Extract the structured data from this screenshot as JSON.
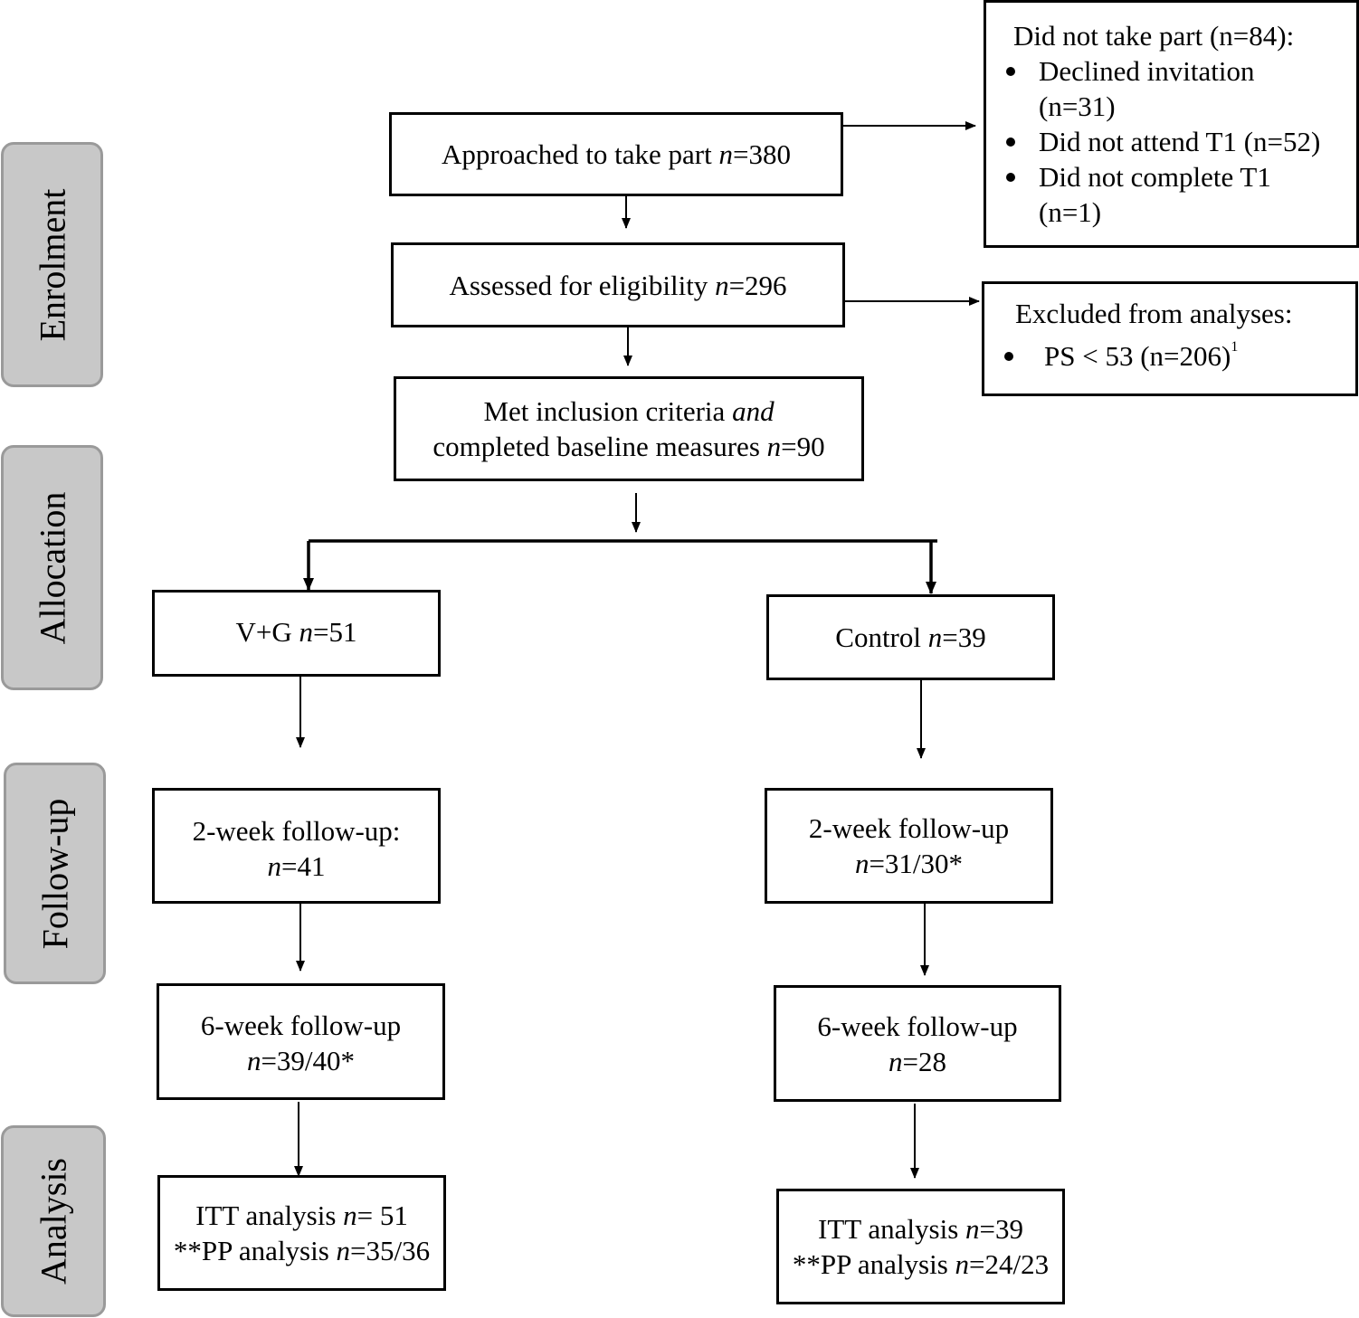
{
  "stages": {
    "enrolment": "Enrolment",
    "allocation": "Allocation",
    "followup": "Follow-up",
    "analysis": "Analysis"
  },
  "approached": {
    "text": "Approached to take part ",
    "n": "n",
    "value": "=380"
  },
  "assessed": {
    "text": "Assessed for eligibility ",
    "n": "n",
    "value": "=296"
  },
  "met": {
    "line1": "Met inclusion criteria ",
    "line1_italic": "and",
    "line2": "completed baseline measures ",
    "n": "n",
    "value": "=90"
  },
  "did_not_take_part": {
    "title": "Did not take part (n=84):",
    "items": [
      "Declined invitation",
      "(n=31)",
      "Did not attend T1 (n=52)",
      "Did not complete T1",
      "(n=1)"
    ]
  },
  "excluded": {
    "title": "Excluded from analyses:",
    "item": "PS < 53 (n=206)",
    "footnote": "1"
  },
  "vg": {
    "label": "V+G ",
    "n": "n",
    "value": "=51"
  },
  "control": {
    "label": "Control ",
    "n": "n",
    "value": "=39"
  },
  "vg_2week": {
    "line1": "2-week follow-up:",
    "n": "n",
    "value": "=41"
  },
  "control_2week": {
    "line1": "2-week follow-up",
    "n": "n",
    "value": "=31/30*"
  },
  "vg_6week": {
    "line1": "6-week follow-up",
    "n": "n",
    "value": "=39/40*"
  },
  "control_6week": {
    "line1": "6-week follow-up",
    "n": "n",
    "value": "=28"
  },
  "vg_analysis": {
    "itt": "ITT analysis ",
    "itt_n": "n",
    "itt_value": "= 51",
    "pp": "**PP analysis ",
    "pp_n": "n",
    "pp_value": "=35/36"
  },
  "control_analysis": {
    "itt": "ITT analysis ",
    "itt_n": "n",
    "itt_value": "=39",
    "pp": "**PP analysis ",
    "pp_n": "n",
    "pp_value": "=24/23"
  }
}
